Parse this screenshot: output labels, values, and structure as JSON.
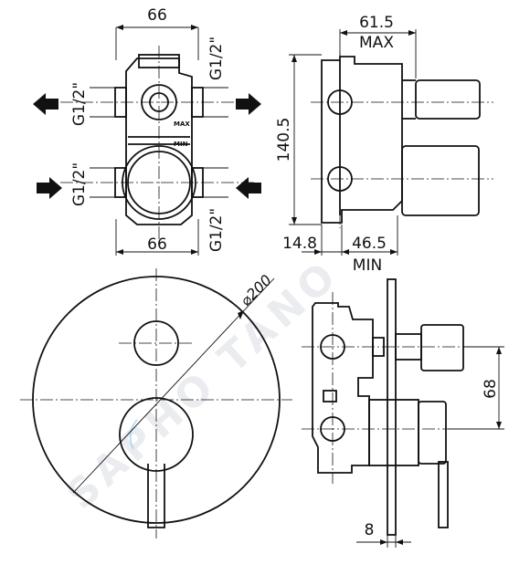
{
  "watermark": "SAPHO TANO",
  "colors": {
    "line": "#111111",
    "background": "#ffffff",
    "watermark": "#d9dee3"
  },
  "top_left_view": {
    "width_top": "66",
    "width_bottom": "66",
    "port_upper_left": "G1/2\"",
    "port_lower_left": "G1/2\"",
    "port_upper_right": "G1/2\"",
    "port_lower_right": "G1/2\"",
    "stamp_max": "MAX",
    "stamp_min": "MIN"
  },
  "top_right_view": {
    "depth_max": "61.5",
    "depth_max_label": "MAX",
    "height": "140.5",
    "offset": "14.8",
    "depth_min": "46.5",
    "depth_min_label": "MIN"
  },
  "front_view": {
    "diameter": "⌀200"
  },
  "side_view": {
    "spacing": "68",
    "plate": "8"
  }
}
